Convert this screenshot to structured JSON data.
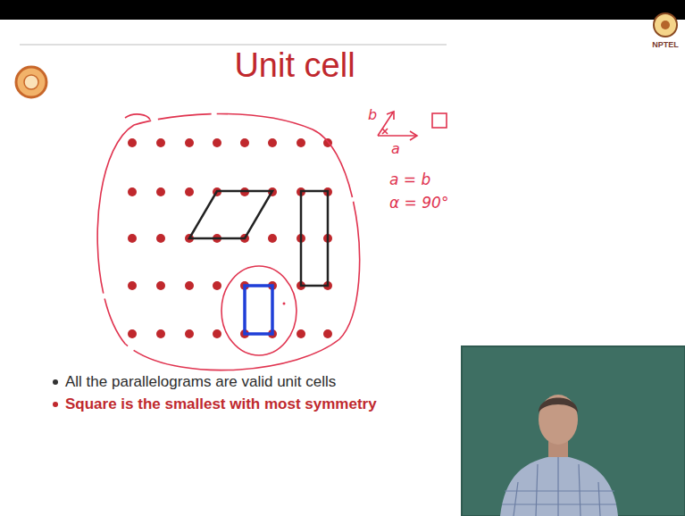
{
  "diagram": {
    "title": "Unit cell",
    "labels": [
      "b",
      "a",
      "a = b",
      "α = 90°",
      "All the parallelograms are valid unit cells",
      "Square is the smallest with most symmetry",
      "NPTEL"
    ]
  }
}
